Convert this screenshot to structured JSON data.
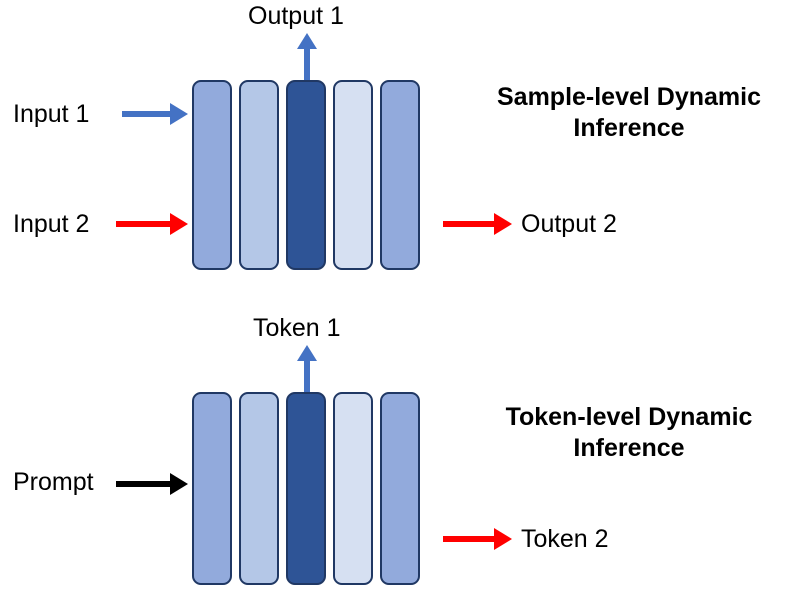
{
  "figure": {
    "background": "#ffffff",
    "block_border_color": "#203864",
    "colors": {
      "blue_arrow": "#4472C4",
      "red_arrow": "#FF0000",
      "black_arrow": "#000000",
      "layer_medium": "#92AADC",
      "layer_light": "#B4C7E7",
      "layer_dark": "#2E5496",
      "layer_lightest": "#D6E0F2"
    }
  },
  "panels": [
    {
      "id": "sample-level",
      "title": "Sample-level Dynamic Inference",
      "input_primary_label": "Input 1",
      "input_secondary_label": "Input 2",
      "output_top_label": "Output 1",
      "output_side_label": "Output 2",
      "input_primary_arrow_color": "#4472C4",
      "input_secondary_arrow_color": "#FF0000",
      "output_top_arrow_color": "#4472C4",
      "output_side_arrow_color": "#FF0000",
      "layers": [
        {
          "index": 1,
          "fill": "#92AADC",
          "state": "normal"
        },
        {
          "index": 2,
          "fill": "#B4C7E7",
          "state": "normal"
        },
        {
          "index": 3,
          "fill": "#2E5496",
          "state": "exit"
        },
        {
          "index": 4,
          "fill": "#D6E0F2",
          "state": "normal"
        },
        {
          "index": 5,
          "fill": "#92AADC",
          "state": "normal"
        }
      ]
    },
    {
      "id": "token-level",
      "title": "Token-level Dynamic Inference",
      "input_primary_label": "Prompt",
      "output_top_label": "Token 1",
      "output_side_label": "Token 2",
      "input_primary_arrow_color": "#000000",
      "output_top_arrow_color": "#4472C4",
      "output_side_arrow_color": "#FF0000",
      "layers": [
        {
          "index": 1,
          "fill": "#92AADC",
          "state": "normal"
        },
        {
          "index": 2,
          "fill": "#B4C7E7",
          "state": "normal"
        },
        {
          "index": 3,
          "fill": "#2E5496",
          "state": "exit"
        },
        {
          "index": 4,
          "fill": "#D6E0F2",
          "state": "normal"
        },
        {
          "index": 5,
          "fill": "#92AADC",
          "state": "normal"
        }
      ]
    }
  ]
}
